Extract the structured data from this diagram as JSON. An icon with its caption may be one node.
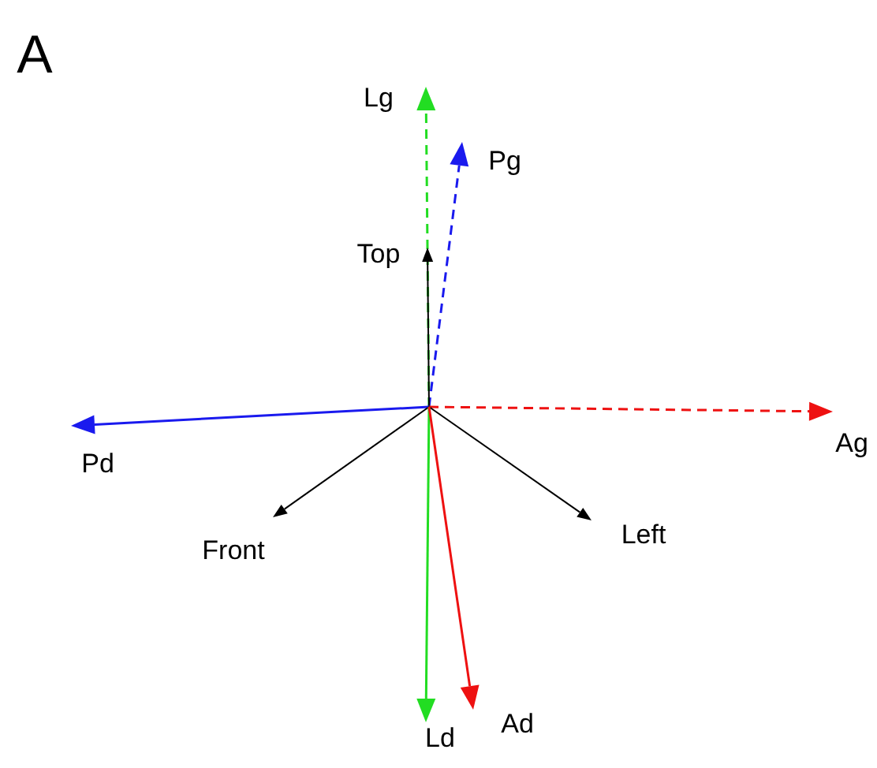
{
  "diagram": {
    "labels": [
      "A",
      "Lg",
      "Pg",
      "Top",
      "Pd",
      "Ag",
      "Front",
      "Left",
      "Ld",
      "Ad"
    ]
  }
}
